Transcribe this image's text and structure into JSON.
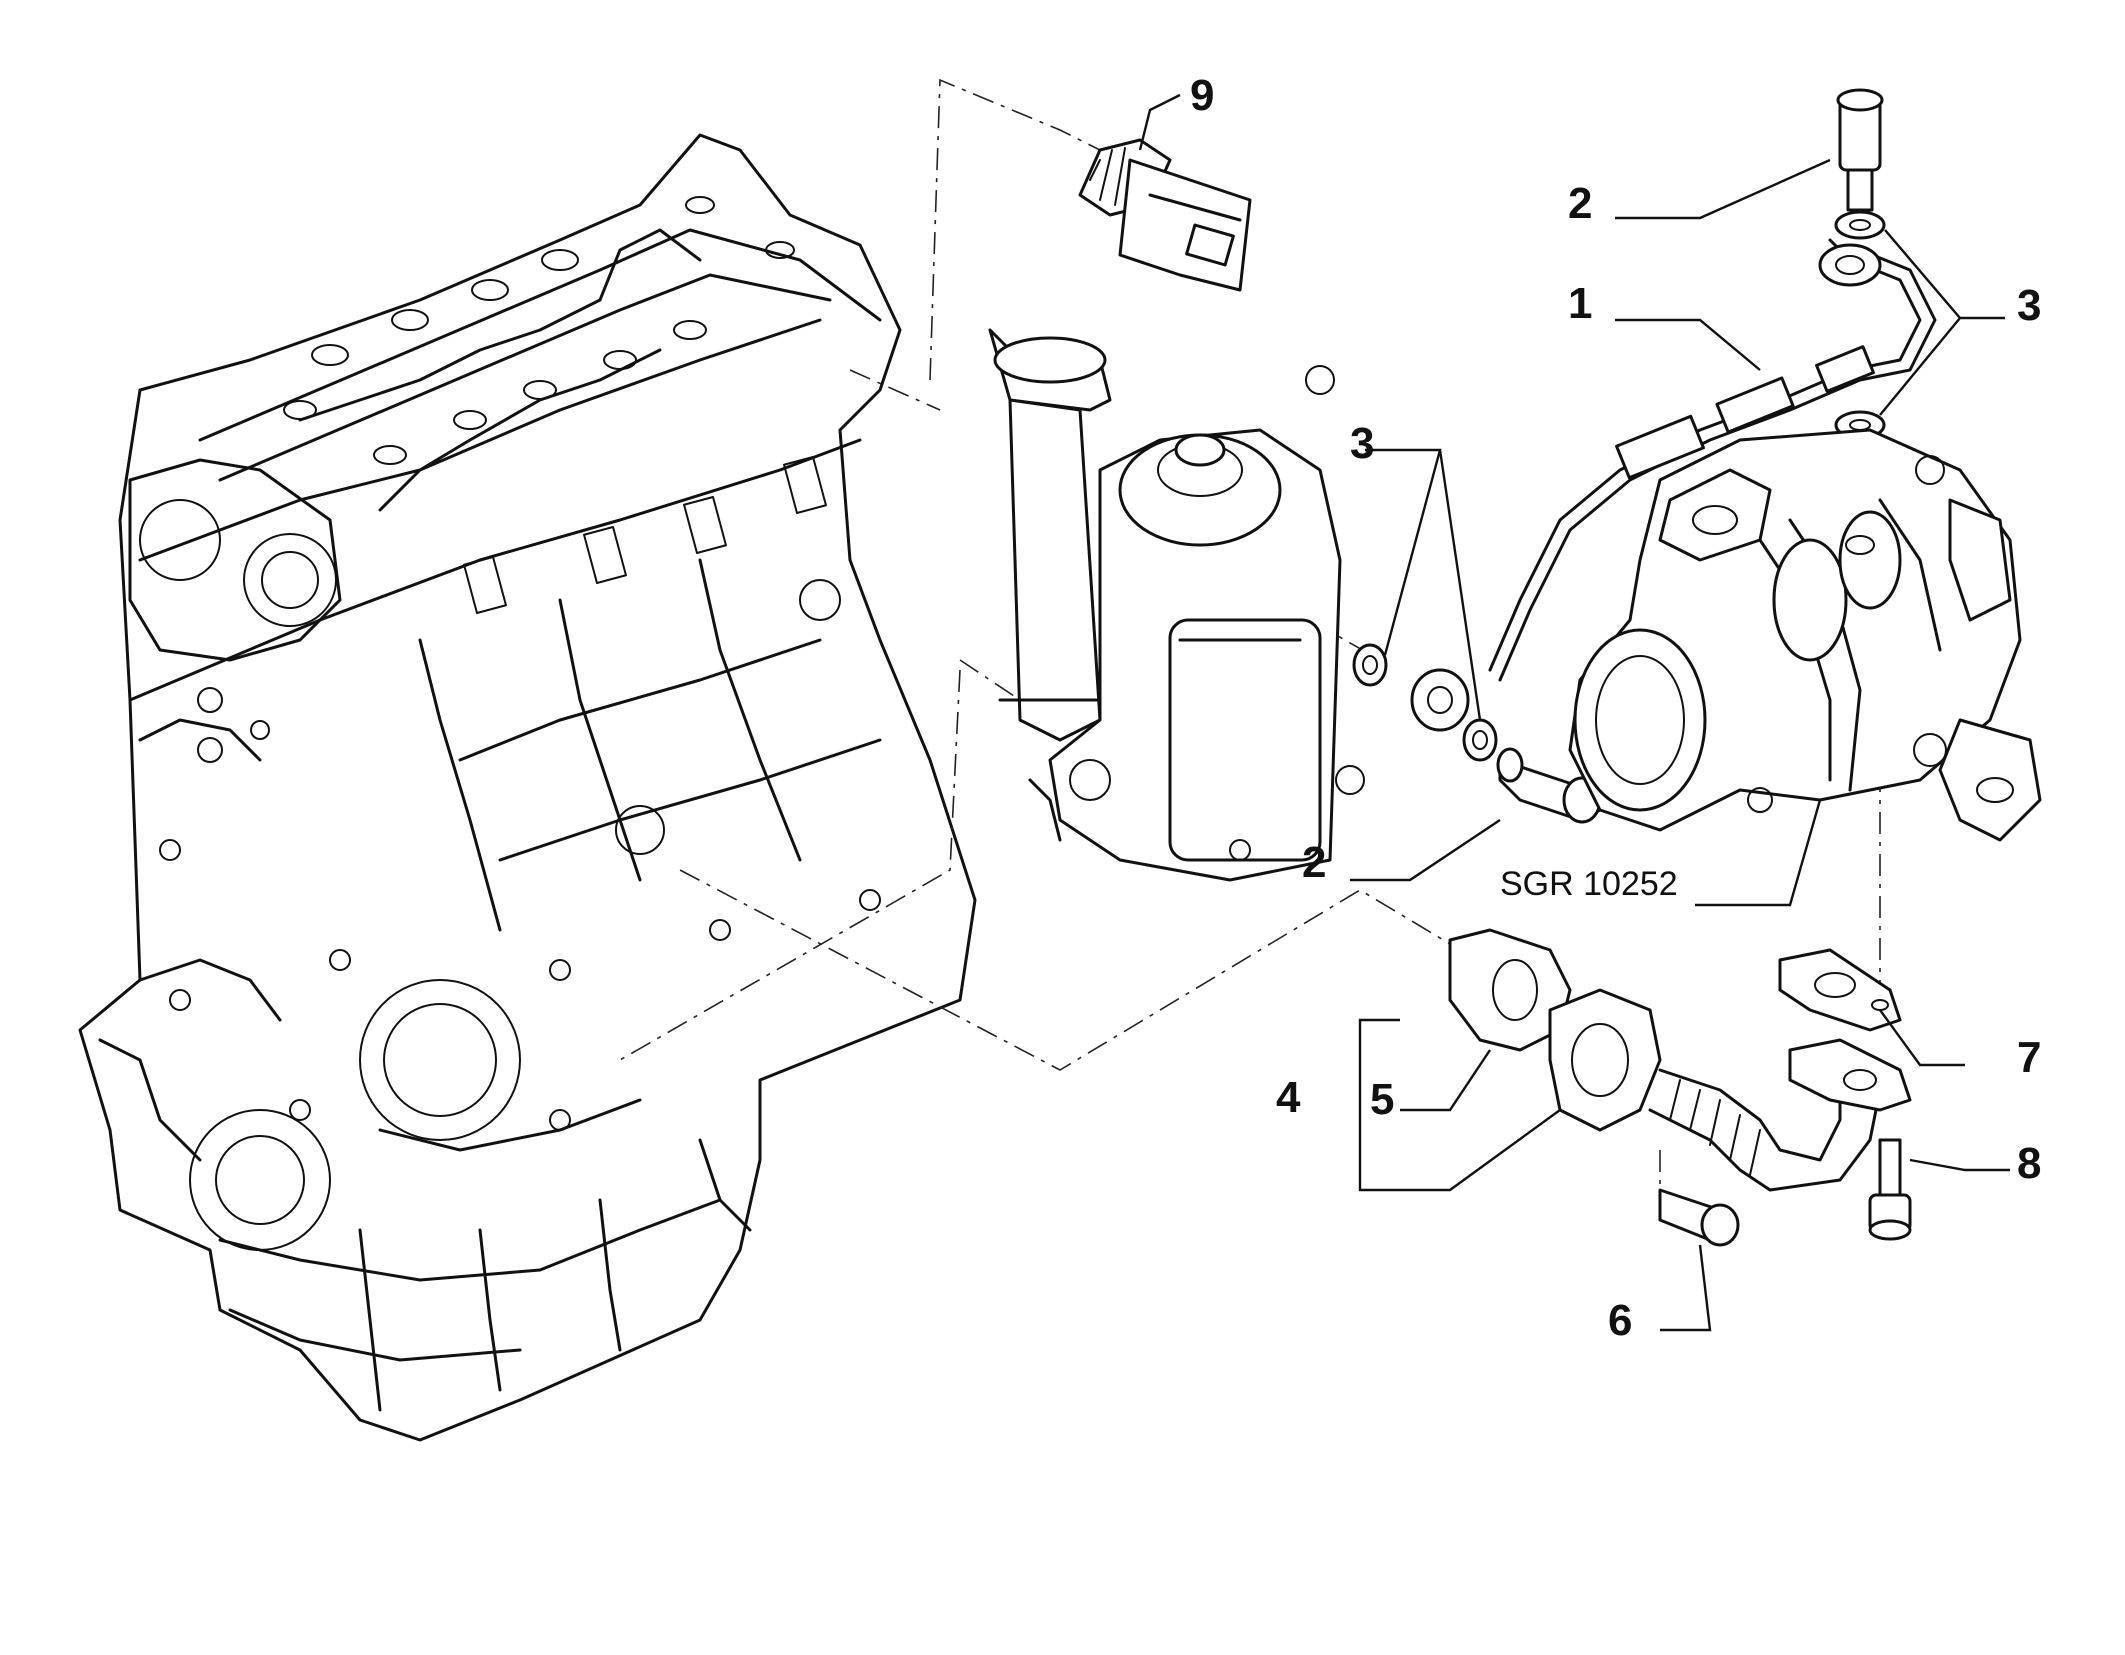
{
  "diagram": {
    "reference_code": "SGR 10252",
    "callouts": {
      "c1": "1",
      "c2_top": "2",
      "c2_mid": "2",
      "c3_mid": "3",
      "c3_right": "3",
      "c4": "4",
      "c5": "5",
      "c6": "6",
      "c7": "7",
      "c8": "8",
      "c9": "9"
    }
  }
}
